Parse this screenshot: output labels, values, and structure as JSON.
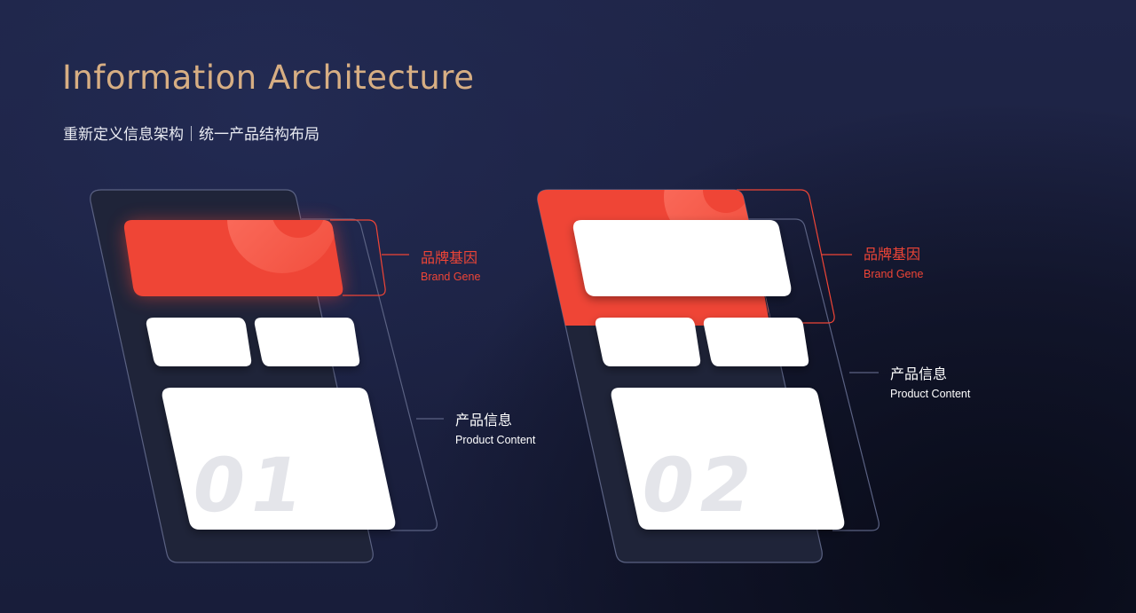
{
  "title": "Information Architecture",
  "subtitle": "重新定义信息架构｜统一产品结构布局",
  "colors": {
    "title": "#d7ae83",
    "brand_red": "#ef4536",
    "card": "#ffffff",
    "panel": "#1f2439",
    "number": "#e4e5ea",
    "outline": "#5b6283"
  },
  "layouts": [
    {
      "number": "01",
      "brand_label": {
        "cn": "品牌基因",
        "en": "Brand Gene"
      },
      "product_label": {
        "cn": "产品信息",
        "en": "Product Content"
      }
    },
    {
      "number": "02",
      "brand_label": {
        "cn": "品牌基因",
        "en": "Brand Gene"
      },
      "product_label": {
        "cn": "产品信息",
        "en": "Product Content"
      }
    }
  ]
}
